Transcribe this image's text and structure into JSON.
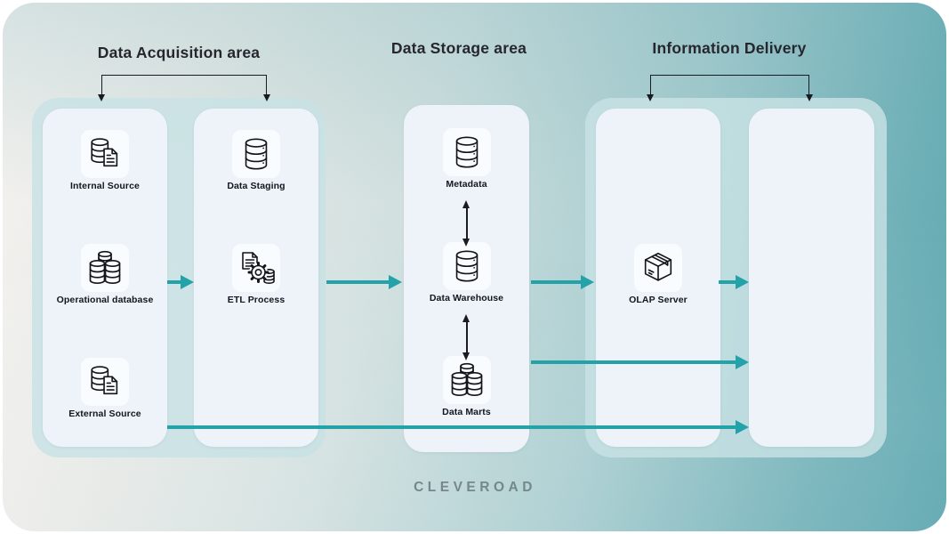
{
  "diagram": {
    "sections": {
      "acquisition": {
        "title": "Data Acquisition area"
      },
      "storage": {
        "title": "Data Storage area"
      },
      "delivery": {
        "title": "Information Delivery"
      }
    },
    "nodes": {
      "internal_source": {
        "label": "Internal Source",
        "icon": "database-document-icon"
      },
      "operational_database": {
        "label": "Operational database",
        "icon": "database-stack-icon"
      },
      "external_source": {
        "label": "External Source",
        "icon": "database-document-icon"
      },
      "data_staging": {
        "label": "Data Staging",
        "icon": "database-icon"
      },
      "etl_process": {
        "label": "ETL Process",
        "icon": "document-gear-database-icon"
      },
      "metadata": {
        "label": "Metadata",
        "icon": "database-icon"
      },
      "data_warehouse": {
        "label": "Data Warehouse",
        "icon": "database-icon"
      },
      "data_marts": {
        "label": "Data Marts",
        "icon": "database-stack-icon"
      },
      "olap_server": {
        "label": "OLAP Server",
        "icon": "package-box-icon"
      }
    },
    "branding": {
      "logo": "CLEVEROAD"
    },
    "colors": {
      "arrow_teal": "#23a2aa",
      "container_teal": "#c8e2e4",
      "panel_fill": "#edf3f9",
      "background_teal": "#55a3ad",
      "background_light": "#f7f4f1",
      "title_text": "#26262e",
      "label_text": "#15151d",
      "logo_text": "#76878a",
      "connector_black": "#1a1a22"
    }
  }
}
